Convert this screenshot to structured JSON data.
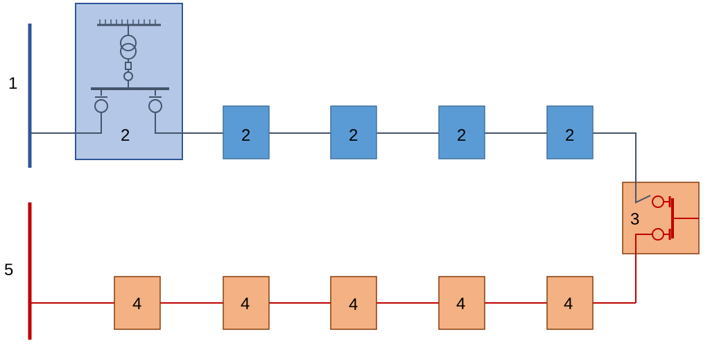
{
  "diagram": {
    "bus_1_label": "1",
    "bus_5_label": "5",
    "substation_label": "2",
    "upper_boxes": [
      "2",
      "2",
      "2",
      "2"
    ],
    "transfer_box_label": "3",
    "lower_boxes": [
      "4",
      "4",
      "4",
      "4",
      "4"
    ]
  },
  "colors": {
    "blue_line": "#44546A",
    "blue_bus": "#2F5597",
    "blue_box": "#5B9BD5",
    "blue_box_border": "#41719C",
    "substation_fill": "#B4C7E7",
    "substation_border": "#2F5597",
    "orange_box": "#F4B183",
    "orange_border": "#843C0C",
    "red_line": "#C00000"
  }
}
